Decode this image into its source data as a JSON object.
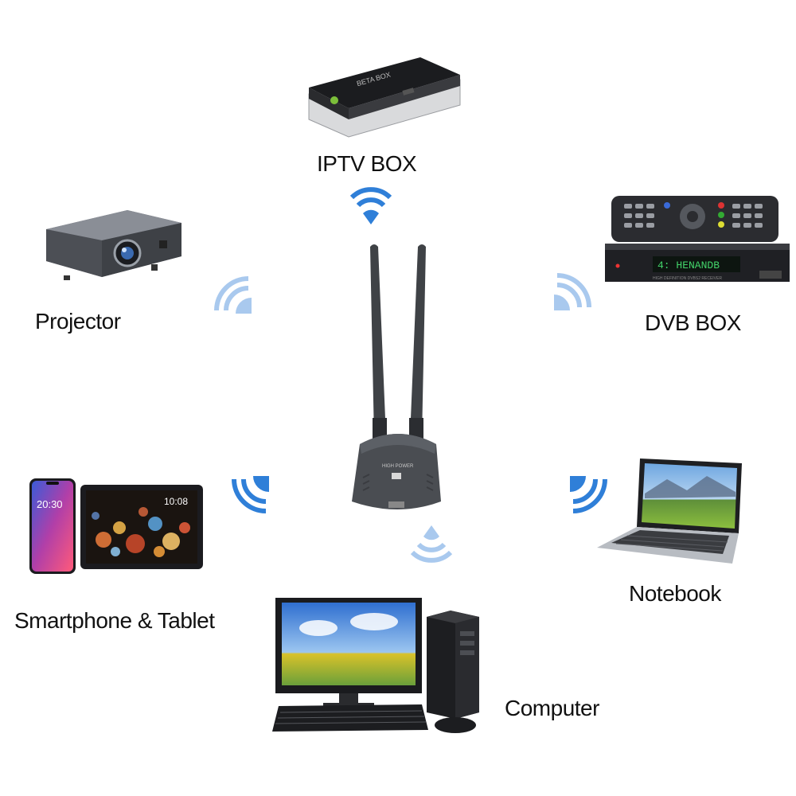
{
  "colors": {
    "wifi_strong": "#2f7fd8",
    "wifi_light": "#a9c9ee",
    "adapter_body": "#4a4d52",
    "text": "#111111"
  },
  "labels": {
    "iptv": "IPTV BOX",
    "projector": "Projector",
    "dvb": "DVB BOX",
    "smartphone_tablet": "Smartphone & Tablet",
    "notebook": "Notebook",
    "computer": "Computer"
  },
  "devices": {
    "iptv_brand": "BETA BOX",
    "dvb_display": "4: HENANDB",
    "dvb_brand": "HIGH DEFINITION DVBS2 RECEIVER",
    "phone_time": "20:30",
    "tablet_time": "10:08",
    "adapter_brand": "HIGH POWER"
  },
  "icons": [
    "wifi-signal-icon",
    "usb-wifi-adapter",
    "iptv-box",
    "projector",
    "dvb-receiver",
    "remote-control",
    "smartphone",
    "tablet",
    "notebook",
    "desktop-computer"
  ]
}
